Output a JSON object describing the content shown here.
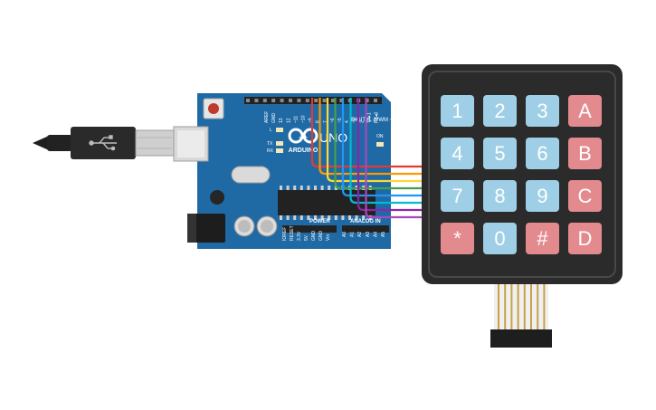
{
  "board": {
    "logo_text": "ARDUINO",
    "model_text": "UNO",
    "digital_label": "DIGITAL (PWM ~)",
    "power_label": "POWER",
    "analog_label": "ANALOG IN",
    "on_label": "ON",
    "l_label": "L",
    "tx_label": "TX",
    "rx_label": "RX",
    "top_pin_labels": [
      "AREF",
      "GND",
      "13",
      "12",
      "~11",
      "~10",
      "~9",
      "8",
      "7",
      "~6",
      "~5",
      "4",
      "~3",
      "2",
      "TX▸1",
      "RX◂0"
    ],
    "power_pin_labels": [
      "IOREF",
      "RESET",
      "3.3V",
      "5V",
      "GND",
      "GND",
      "Vin"
    ],
    "analog_pin_labels": [
      "A0",
      "A1",
      "A2",
      "A3",
      "A4",
      "A5"
    ]
  },
  "keypad": {
    "keys": [
      [
        "1",
        "2",
        "3",
        "A"
      ],
      [
        "4",
        "5",
        "6",
        "B"
      ],
      [
        "7",
        "8",
        "9",
        "C"
      ],
      [
        "*",
        "0",
        "#",
        "D"
      ]
    ],
    "colors": {
      "number": "#9fcfe6",
      "letter": "#e38a8f",
      "body": "#2b2b2b"
    }
  },
  "wires": {
    "colors": [
      "#e53935",
      "#ff9800",
      "#fdd835",
      "#43a047",
      "#2196f3",
      "#00bcd4",
      "#8e24aa",
      "#ab47bc"
    ]
  }
}
